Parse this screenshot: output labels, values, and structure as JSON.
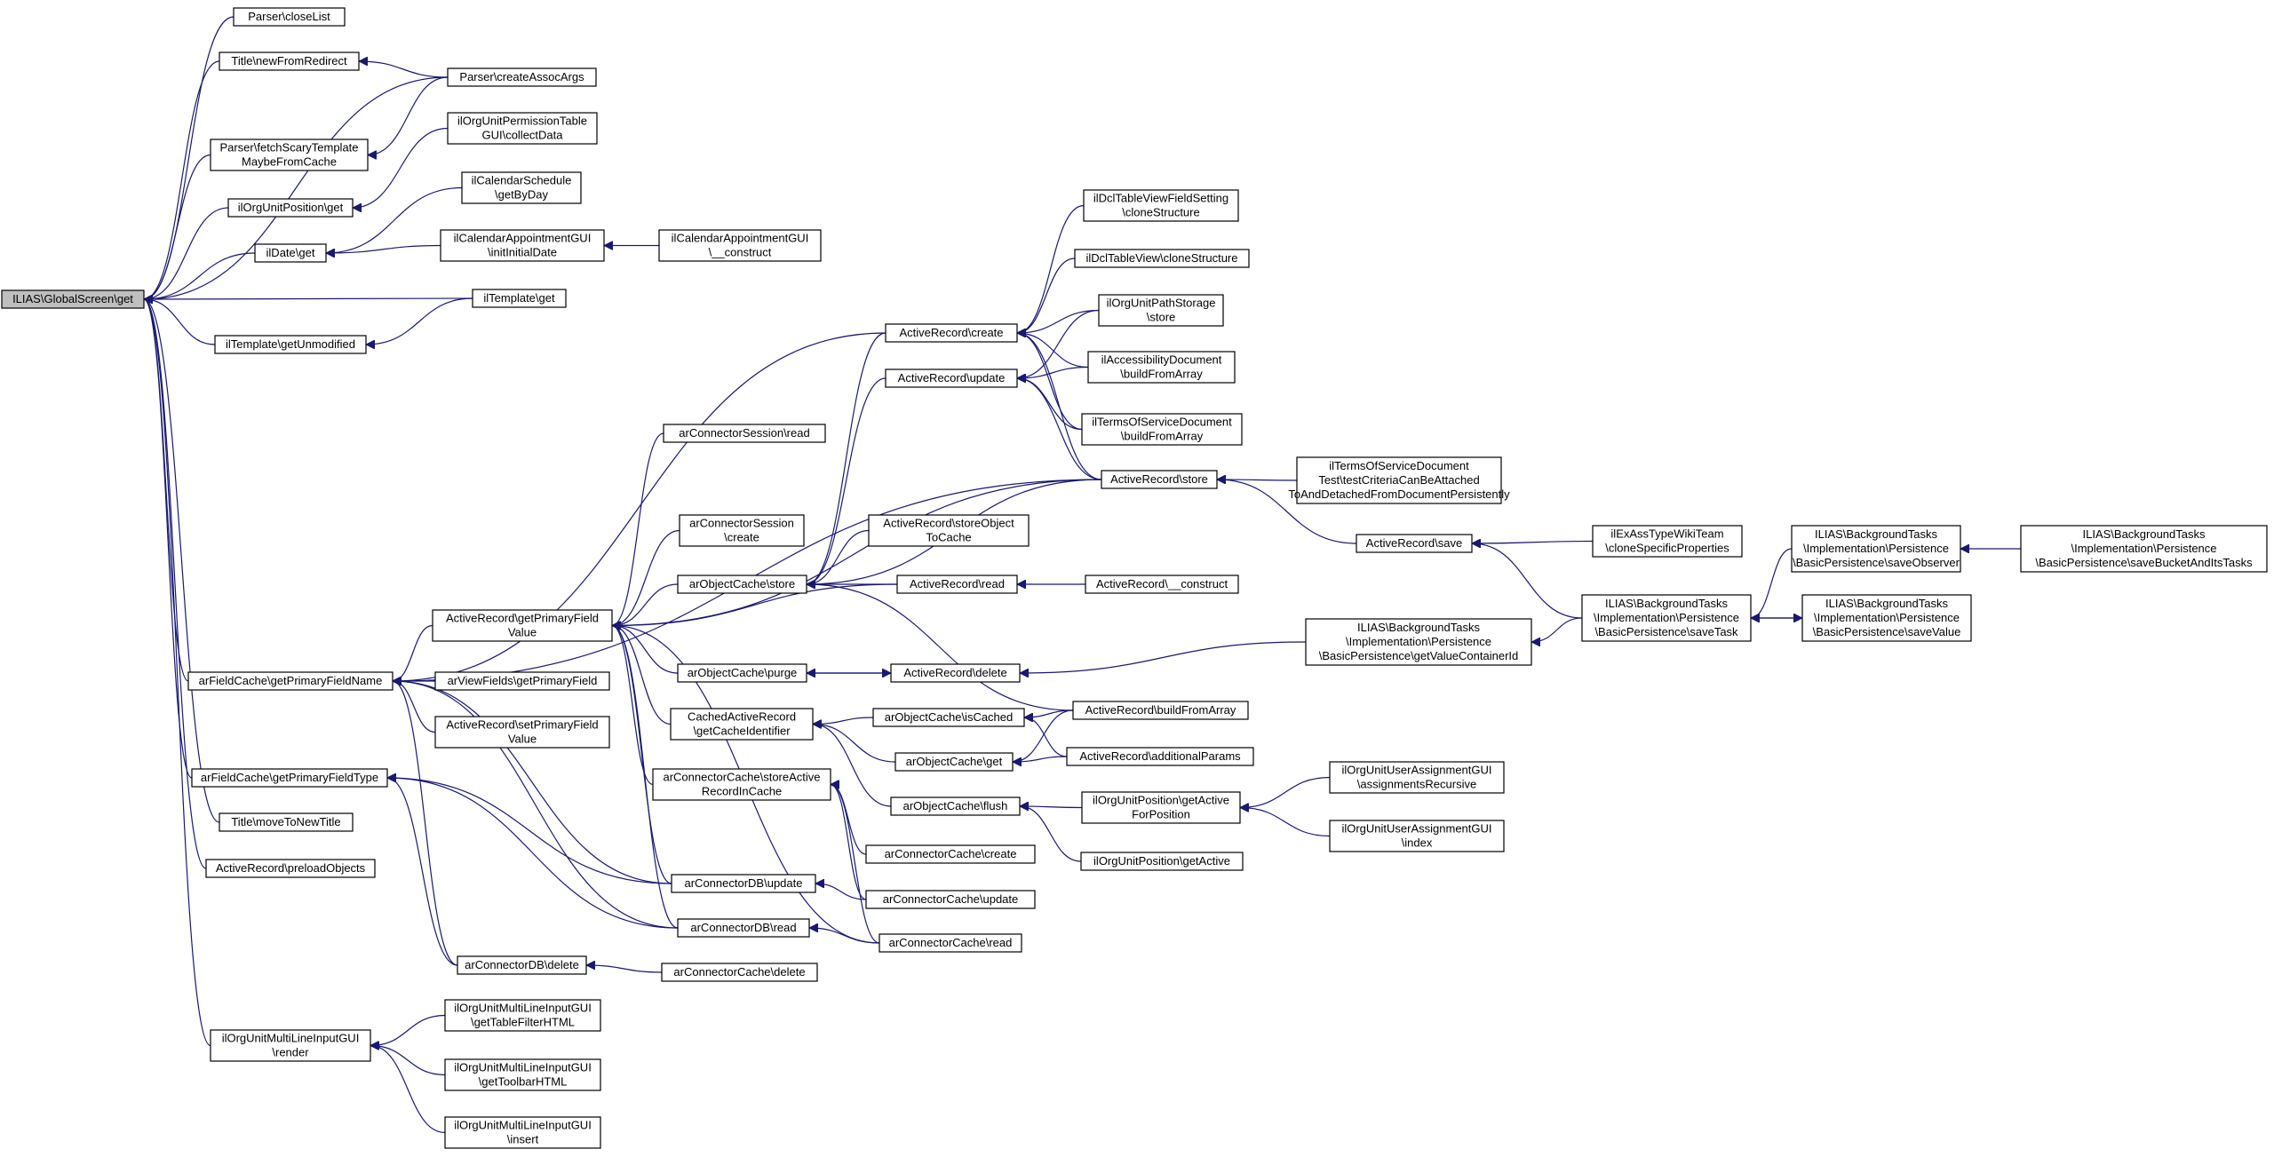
{
  "nodes": [
    {
      "id": "root",
      "lines": [
        "ILIAS\\GlobalScreen\\get"
      ]
    },
    {
      "id": "parser_closeList",
      "lines": [
        "Parser\\closeList"
      ]
    },
    {
      "id": "title_newFromRedirect",
      "lines": [
        "Title\\newFromRedirect"
      ]
    },
    {
      "id": "parser_createAssocArgs",
      "lines": [
        "Parser\\createAssocArgs"
      ]
    },
    {
      "id": "parser_fetchScary",
      "lines": [
        "Parser\\fetchScaryTemplate",
        "MaybeFromCache"
      ]
    },
    {
      "id": "orgunit_perm",
      "lines": [
        "ilOrgUnitPermissionTable",
        "GUI\\collectData"
      ]
    },
    {
      "id": "orgunitpos_get",
      "lines": [
        "ilOrgUnitPosition\\get"
      ]
    },
    {
      "id": "calsched",
      "lines": [
        "ilCalendarSchedule",
        "\\getByDay"
      ]
    },
    {
      "id": "ildate_get",
      "lines": [
        "ilDate\\get"
      ]
    },
    {
      "id": "calappt_init",
      "lines": [
        "ilCalendarAppointmentGUI",
        "\\initInitialDate"
      ]
    },
    {
      "id": "calappt_construct",
      "lines": [
        "ilCalendarAppointmentGUI",
        "\\__construct"
      ]
    },
    {
      "id": "iltemplate_get",
      "lines": [
        "ilTemplate\\get"
      ]
    },
    {
      "id": "iltemplate_getUnmod",
      "lines": [
        "ilTemplate\\getUnmodified"
      ]
    },
    {
      "id": "dcl_field",
      "lines": [
        "ilDclTableViewFieldSetting",
        "\\cloneStructure"
      ]
    },
    {
      "id": "dcl_view",
      "lines": [
        "ilDclTableView\\cloneStructure"
      ]
    },
    {
      "id": "ar_create",
      "lines": [
        "ActiveRecord\\create"
      ]
    },
    {
      "id": "orgunit_path",
      "lines": [
        "ilOrgUnitPathStorage",
        "\\store"
      ]
    },
    {
      "id": "ar_update",
      "lines": [
        "ActiveRecord\\update"
      ]
    },
    {
      "id": "access_doc",
      "lines": [
        "ilAccessibilityDocument",
        "\\buildFromArray"
      ]
    },
    {
      "id": "tos_doc",
      "lines": [
        "ilTermsOfServiceDocument",
        "\\buildFromArray"
      ]
    },
    {
      "id": "arconn_sess_read",
      "lines": [
        "arConnectorSession\\read"
      ]
    },
    {
      "id": "ar_store",
      "lines": [
        "ActiveRecord\\store"
      ]
    },
    {
      "id": "tos_test",
      "lines": [
        "ilTermsOfServiceDocument",
        "Test\\testCriteriaCanBeAttached",
        "ToAndDetachedFromDocumentPersistently"
      ]
    },
    {
      "id": "arconn_sess_create",
      "lines": [
        "arConnectorSession",
        "\\create"
      ]
    },
    {
      "id": "ar_storeObj",
      "lines": [
        "ActiveRecord\\storeObject",
        "ToCache"
      ]
    },
    {
      "id": "ar_save",
      "lines": [
        "ActiveRecord\\save"
      ]
    },
    {
      "id": "exass",
      "lines": [
        "ilExAssTypeWikiTeam",
        "\\cloneSpecificProperties"
      ]
    },
    {
      "id": "bt_saveObserver",
      "lines": [
        "ILIAS\\BackgroundTasks",
        "\\Implementation\\Persistence",
        "\\BasicPersistence\\saveObserver"
      ]
    },
    {
      "id": "bt_saveBucket",
      "lines": [
        "ILIAS\\BackgroundTasks",
        "\\Implementation\\Persistence",
        "\\BasicPersistence\\saveBucketAndItsTasks"
      ]
    },
    {
      "id": "arobjcache_store",
      "lines": [
        "arObjectCache\\store"
      ]
    },
    {
      "id": "ar_read",
      "lines": [
        "ActiveRecord\\read"
      ]
    },
    {
      "id": "ar_construct",
      "lines": [
        "ActiveRecord\\__construct"
      ]
    },
    {
      "id": "ar_getPK",
      "lines": [
        "ActiveRecord\\getPrimaryField",
        "Value"
      ]
    },
    {
      "id": "bt_saveTask",
      "lines": [
        "ILIAS\\BackgroundTasks",
        "\\Implementation\\Persistence",
        "\\BasicPersistence\\saveTask"
      ]
    },
    {
      "id": "bt_saveValue",
      "lines": [
        "ILIAS\\BackgroundTasks",
        "\\Implementation\\Persistence",
        "\\BasicPersistence\\saveValue"
      ]
    },
    {
      "id": "bt_getValue",
      "lines": [
        "ILIAS\\BackgroundTasks",
        "\\Implementation\\Persistence",
        "\\BasicPersistence\\getValueContainerId"
      ]
    },
    {
      "id": "arobjcache_purge",
      "lines": [
        "arObjectCache\\purge"
      ]
    },
    {
      "id": "ar_delete",
      "lines": [
        "ActiveRecord\\delete"
      ]
    },
    {
      "id": "arfield_getPFN",
      "lines": [
        "arFieldCache\\getPrimaryFieldName"
      ]
    },
    {
      "id": "arview_getPF",
      "lines": [
        "arViewFields\\getPrimaryField"
      ]
    },
    {
      "id": "ar_setPK",
      "lines": [
        "ActiveRecord\\setPrimaryField",
        "Value"
      ]
    },
    {
      "id": "cached_getId",
      "lines": [
        "CachedActiveRecord",
        "\\getCacheIdentifier"
      ]
    },
    {
      "id": "arobjcache_isCached",
      "lines": [
        "arObjectCache\\isCached"
      ]
    },
    {
      "id": "ar_buildFromArray",
      "lines": [
        "ActiveRecord\\buildFromArray"
      ]
    },
    {
      "id": "arobjcache_get",
      "lines": [
        "arObjectCache\\get"
      ]
    },
    {
      "id": "ar_additional",
      "lines": [
        "ActiveRecord\\additionalParams"
      ]
    },
    {
      "id": "orgua_recursive",
      "lines": [
        "ilOrgUnitUserAssignmentGUI",
        "\\assignmentsRecursive"
      ]
    },
    {
      "id": "arfield_getPFT",
      "lines": [
        "arFieldCache\\getPrimaryFieldType"
      ]
    },
    {
      "id": "arconncache_storeActive",
      "lines": [
        "arConnectorCache\\storeActive",
        "RecordInCache"
      ]
    },
    {
      "id": "arobjcache_flush",
      "lines": [
        "arObjectCache\\flush"
      ]
    },
    {
      "id": "orgpos_getActiveFor",
      "lines": [
        "ilOrgUnitPosition\\getActive",
        "ForPosition"
      ]
    },
    {
      "id": "orgua_index",
      "lines": [
        "ilOrgUnitUserAssignmentGUI",
        "\\index"
      ]
    },
    {
      "id": "title_move",
      "lines": [
        "Title\\moveToNewTitle"
      ]
    },
    {
      "id": "arconncache_create",
      "lines": [
        "arConnectorCache\\create"
      ]
    },
    {
      "id": "orgpos_getActive",
      "lines": [
        "ilOrgUnitPosition\\getActive"
      ]
    },
    {
      "id": "ar_preload",
      "lines": [
        "ActiveRecord\\preloadObjects"
      ]
    },
    {
      "id": "arconndb_update",
      "lines": [
        "arConnectorDB\\update"
      ]
    },
    {
      "id": "arconncache_update",
      "lines": [
        "arConnectorCache\\update"
      ]
    },
    {
      "id": "arconndb_read",
      "lines": [
        "arConnectorDB\\read"
      ]
    },
    {
      "id": "arconncache_read",
      "lines": [
        "arConnectorCache\\read"
      ]
    },
    {
      "id": "arconndb_delete",
      "lines": [
        "arConnectorDB\\delete"
      ]
    },
    {
      "id": "arconncache_delete",
      "lines": [
        "arConnectorCache\\delete"
      ]
    },
    {
      "id": "mlinput_render",
      "lines": [
        "ilOrgUnitMultiLineInputGUI",
        "\\render"
      ]
    },
    {
      "id": "mlinput_filter",
      "lines": [
        "ilOrgUnitMultiLineInputGUI",
        "\\getTableFilterHTML"
      ]
    },
    {
      "id": "mlinput_toolbar",
      "lines": [
        "ilOrgUnitMultiLineInputGUI",
        "\\getToolbarHTML"
      ]
    },
    {
      "id": "mlinput_insert",
      "lines": [
        "ilOrgUnitMultiLineInputGUI",
        "\\insert"
      ]
    }
  ],
  "edges": [
    [
      "root",
      "parser_closeList"
    ],
    [
      "root",
      "title_newFromRedirect"
    ],
    [
      "root",
      "parser_createAssocArgs"
    ],
    [
      "root",
      "parser_fetchScary"
    ],
    [
      "root",
      "orgunitpos_get"
    ],
    [
      "root",
      "ildate_get"
    ],
    [
      "root",
      "iltemplate_get"
    ],
    [
      "root",
      "iltemplate_getUnmod"
    ],
    [
      "root",
      "arfield_getPFN"
    ],
    [
      "root",
      "arfield_getPFT"
    ],
    [
      "root",
      "title_move"
    ],
    [
      "root",
      "ar_preload"
    ],
    [
      "root",
      "mlinput_render"
    ],
    [
      "title_newFromRedirect",
      "parser_createAssocArgs"
    ],
    [
      "parser_fetchScary",
      "parser_createAssocArgs"
    ],
    [
      "orgunitpos_get",
      "orgunit_perm"
    ],
    [
      "ildate_get",
      "calsched"
    ],
    [
      "ildate_get",
      "calappt_init"
    ],
    [
      "calappt_init",
      "calappt_construct"
    ],
    [
      "iltemplate_getUnmod",
      "iltemplate_get"
    ],
    [
      "ar_create",
      "dcl_field"
    ],
    [
      "ar_create",
      "dcl_view"
    ],
    [
      "ar_create",
      "orgunit_path"
    ],
    [
      "ar_create",
      "access_doc"
    ],
    [
      "ar_create",
      "tos_doc"
    ],
    [
      "ar_create",
      "ar_store"
    ],
    [
      "ar_update",
      "orgunit_path"
    ],
    [
      "ar_update",
      "access_doc"
    ],
    [
      "ar_update",
      "tos_doc"
    ],
    [
      "ar_update",
      "ar_store"
    ],
    [
      "ar_store",
      "tos_test"
    ],
    [
      "ar_store",
      "ar_save"
    ],
    [
      "ar_save",
      "exass"
    ],
    [
      "ar_save",
      "bt_saveTask"
    ],
    [
      "bt_saveTask",
      "bt_saveObserver"
    ],
    [
      "bt_saveTask",
      "bt_saveValue"
    ],
    [
      "bt_saveValue",
      "bt_saveTask"
    ],
    [
      "bt_saveObserver",
      "bt_saveBucket"
    ],
    [
      "bt_getValue",
      "bt_saveTask"
    ],
    [
      "arobjcache_store",
      "ar_create"
    ],
    [
      "arobjcache_store",
      "ar_update"
    ],
    [
      "arobjcache_store",
      "ar_store"
    ],
    [
      "arobjcache_store",
      "ar_storeObj"
    ],
    [
      "arobjcache_store",
      "ar_read"
    ],
    [
      "arobjcache_store",
      "ar_buildFromArray"
    ],
    [
      "ar_read",
      "ar_construct"
    ],
    [
      "ar_getPK",
      "arconn_sess_read"
    ],
    [
      "ar_getPK",
      "arconn_sess_create"
    ],
    [
      "ar_getPK",
      "ar_store"
    ],
    [
      "ar_getPK",
      "arobjcache_store"
    ],
    [
      "ar_getPK",
      "ar_read"
    ],
    [
      "ar_getPK",
      "arobjcache_purge"
    ],
    [
      "ar_getPK",
      "cached_getId"
    ],
    [
      "ar_getPK",
      "arconncache_storeActive"
    ],
    [
      "ar_getPK",
      "arconndb_update"
    ],
    [
      "ar_getPK",
      "arconndb_read"
    ],
    [
      "ar_getPK",
      "arconncache_read"
    ],
    [
      "arobjcache_purge",
      "ar_delete"
    ],
    [
      "ar_delete",
      "arobjcache_purge"
    ],
    [
      "ar_delete",
      "bt_getValue"
    ],
    [
      "arfield_getPFN",
      "ar_getPK"
    ],
    [
      "arfield_getPFN",
      "arview_getPF"
    ],
    [
      "arfield_getPFN",
      "ar_setPK"
    ],
    [
      "arfield_getPFN",
      "ar_create"
    ],
    [
      "arfield_getPFN",
      "ar_store"
    ],
    [
      "arfield_getPFN",
      "arconndb_update"
    ],
    [
      "arfield_getPFN",
      "arconndb_read"
    ],
    [
      "arfield_getPFN",
      "arconndb_delete"
    ],
    [
      "cached_getId",
      "arobjcache_isCached"
    ],
    [
      "cached_getId",
      "arobjcache_get"
    ],
    [
      "cached_getId",
      "arobjcache_flush"
    ],
    [
      "arobjcache_isCached",
      "ar_buildFromArray"
    ],
    [
      "arobjcache_isCached",
      "ar_additional"
    ],
    [
      "arobjcache_get",
      "ar_buildFromArray"
    ],
    [
      "arobjcache_get",
      "ar_additional"
    ],
    [
      "arobjcache_flush",
      "orgpos_getActiveFor"
    ],
    [
      "arobjcache_flush",
      "orgpos_getActive"
    ],
    [
      "orgpos_getActiveFor",
      "orgua_recursive"
    ],
    [
      "orgpos_getActiveFor",
      "orgua_index"
    ],
    [
      "arfield_getPFT",
      "arconndb_update"
    ],
    [
      "arfield_getPFT",
      "arconndb_read"
    ],
    [
      "arfield_getPFT",
      "arconndb_delete"
    ],
    [
      "arconncache_storeActive",
      "arconncache_create"
    ],
    [
      "arconncache_storeActive",
      "arconncache_update"
    ],
    [
      "arconncache_storeActive",
      "arconncache_read"
    ],
    [
      "arconndb_update",
      "arconncache_update"
    ],
    [
      "arconndb_read",
      "arconncache_read"
    ],
    [
      "arconndb_delete",
      "arconncache_delete"
    ],
    [
      "mlinput_render",
      "mlinput_filter"
    ],
    [
      "mlinput_render",
      "mlinput_toolbar"
    ],
    [
      "mlinput_render",
      "mlinput_insert"
    ]
  ]
}
